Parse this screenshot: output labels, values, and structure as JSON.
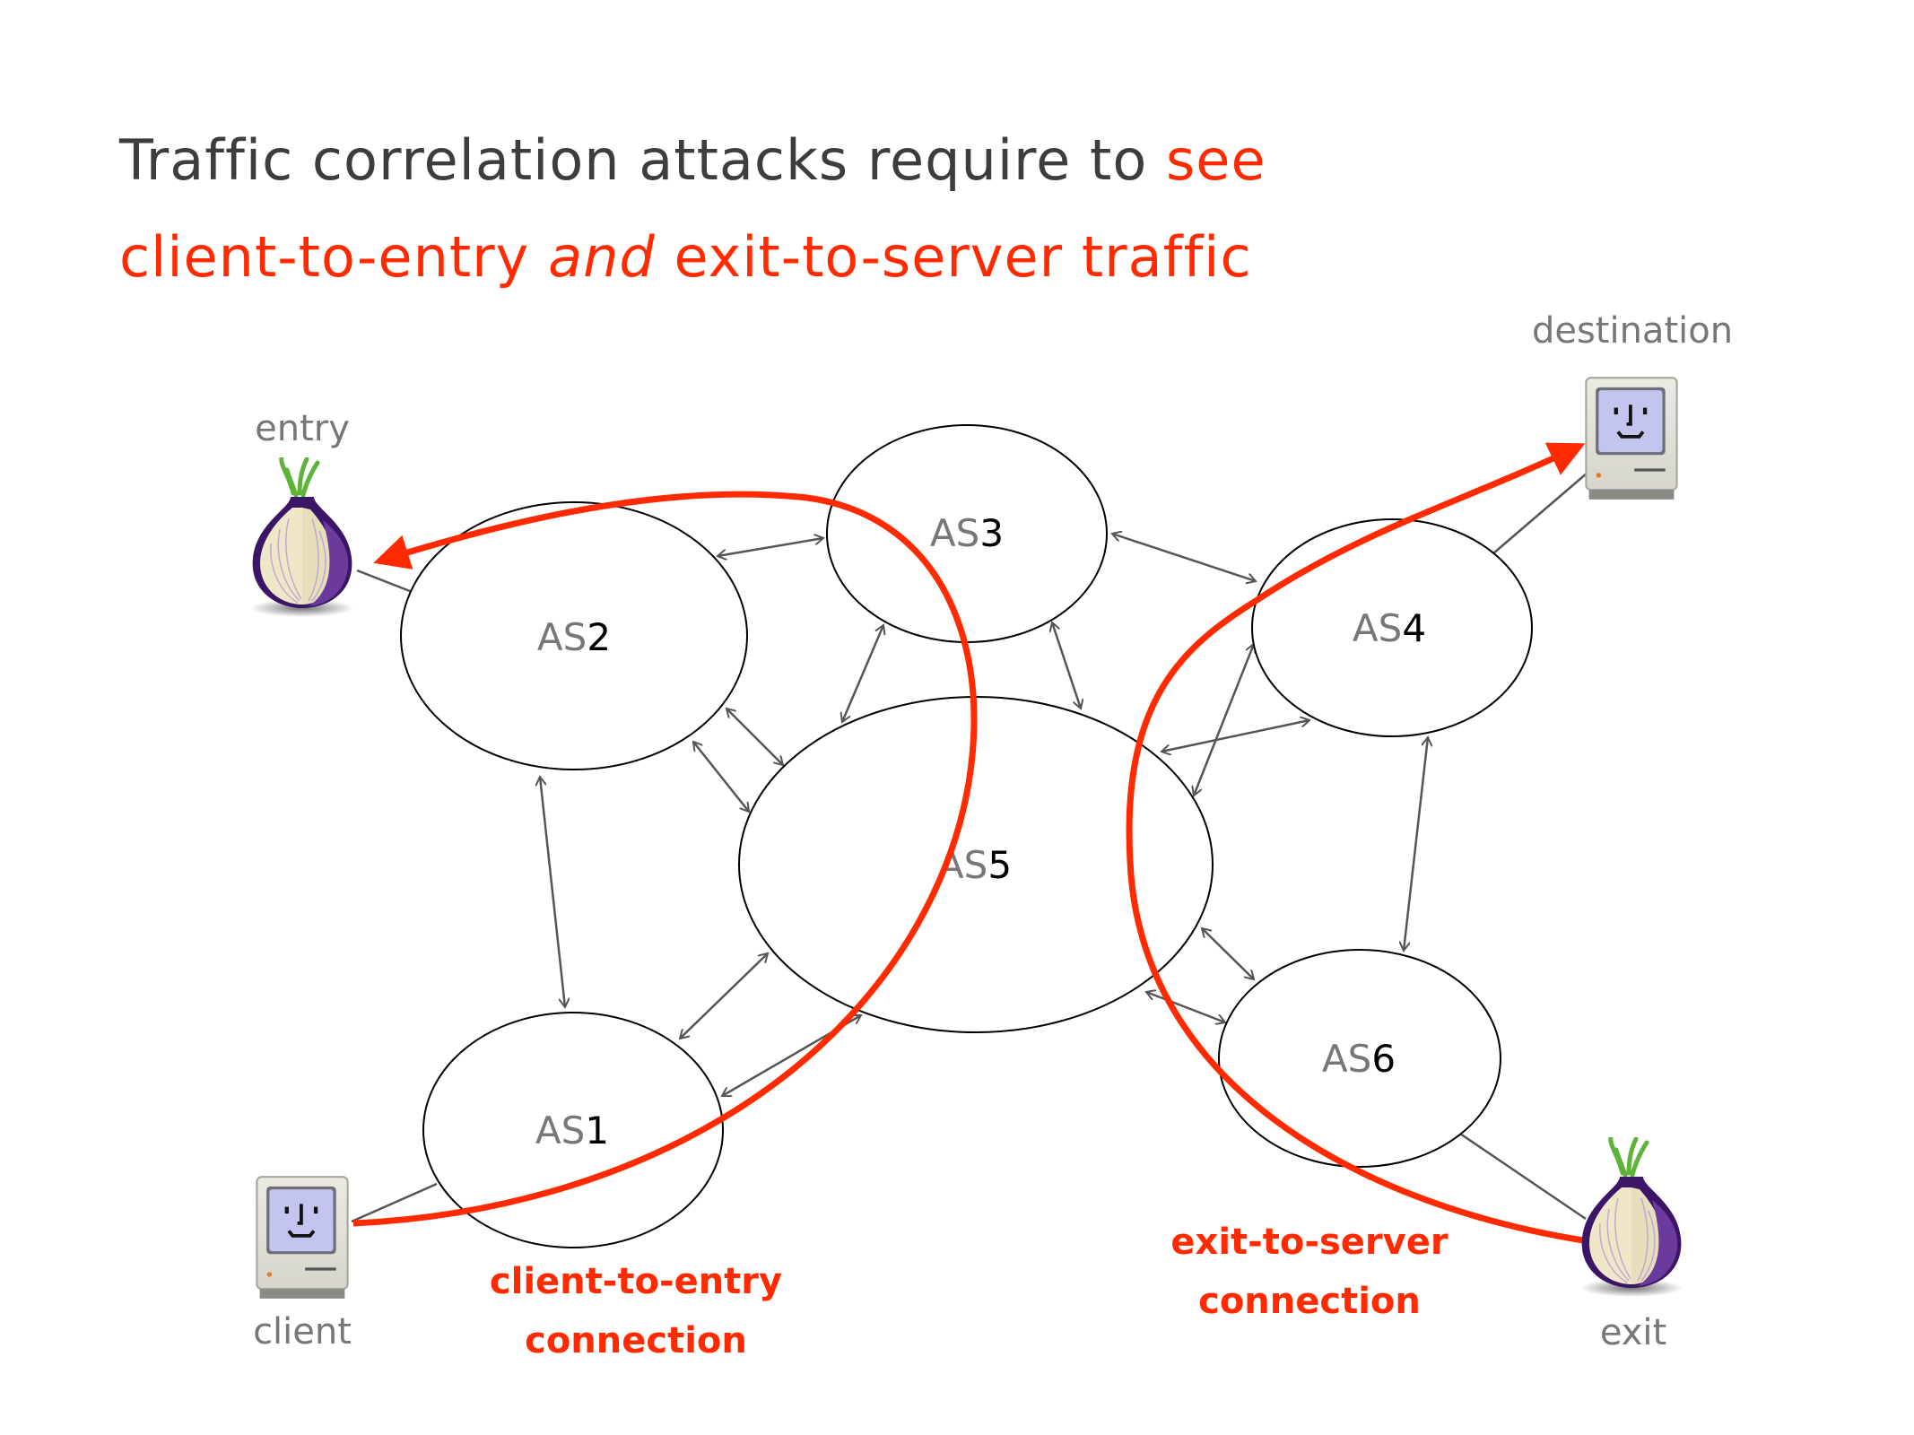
{
  "title": {
    "line1_plain": "Traffic correlation attacks require to ",
    "line1_highlight": "see",
    "line2_part1": "client-to-entry ",
    "line2_italic": "and",
    "line2_part2": " exit-to-server traffic"
  },
  "nodes": {
    "entry": {
      "label": "entry",
      "icon": "tor-onion-icon"
    },
    "client": {
      "label": "client",
      "icon": "macintosh-computer-icon"
    },
    "destination": {
      "label": "destination",
      "icon": "macintosh-computer-icon"
    },
    "exit": {
      "label": "exit",
      "icon": "tor-onion-icon"
    }
  },
  "autonomous_systems": [
    {
      "id": "AS1",
      "prefix": "AS",
      "number": "1"
    },
    {
      "id": "AS2",
      "prefix": "AS",
      "number": "2"
    },
    {
      "id": "AS3",
      "prefix": "AS",
      "number": "3"
    },
    {
      "id": "AS4",
      "prefix": "AS",
      "number": "4"
    },
    {
      "id": "AS5",
      "prefix": "AS",
      "number": "5"
    },
    {
      "id": "AS6",
      "prefix": "AS",
      "number": "6"
    }
  ],
  "links": [
    [
      "AS2",
      "AS3"
    ],
    [
      "AS2",
      "AS5"
    ],
    [
      "AS2",
      "AS1"
    ],
    [
      "AS3",
      "AS5"
    ],
    [
      "AS3",
      "AS4"
    ],
    [
      "AS4",
      "AS5"
    ],
    [
      "AS4",
      "AS6"
    ],
    [
      "AS5",
      "AS1"
    ],
    [
      "AS5",
      "AS6"
    ],
    [
      "AS1",
      "AS5"
    ]
  ],
  "connections": {
    "client_to_entry": {
      "line1": "client-to-entry",
      "line2": "connection"
    },
    "exit_to_server": {
      "line1": "exit-to-server",
      "line2": "connection"
    }
  },
  "colors": {
    "highlight": "#ff2a00",
    "title_text": "#3d3d3d",
    "label_text": "#777777",
    "link": "#555555"
  }
}
